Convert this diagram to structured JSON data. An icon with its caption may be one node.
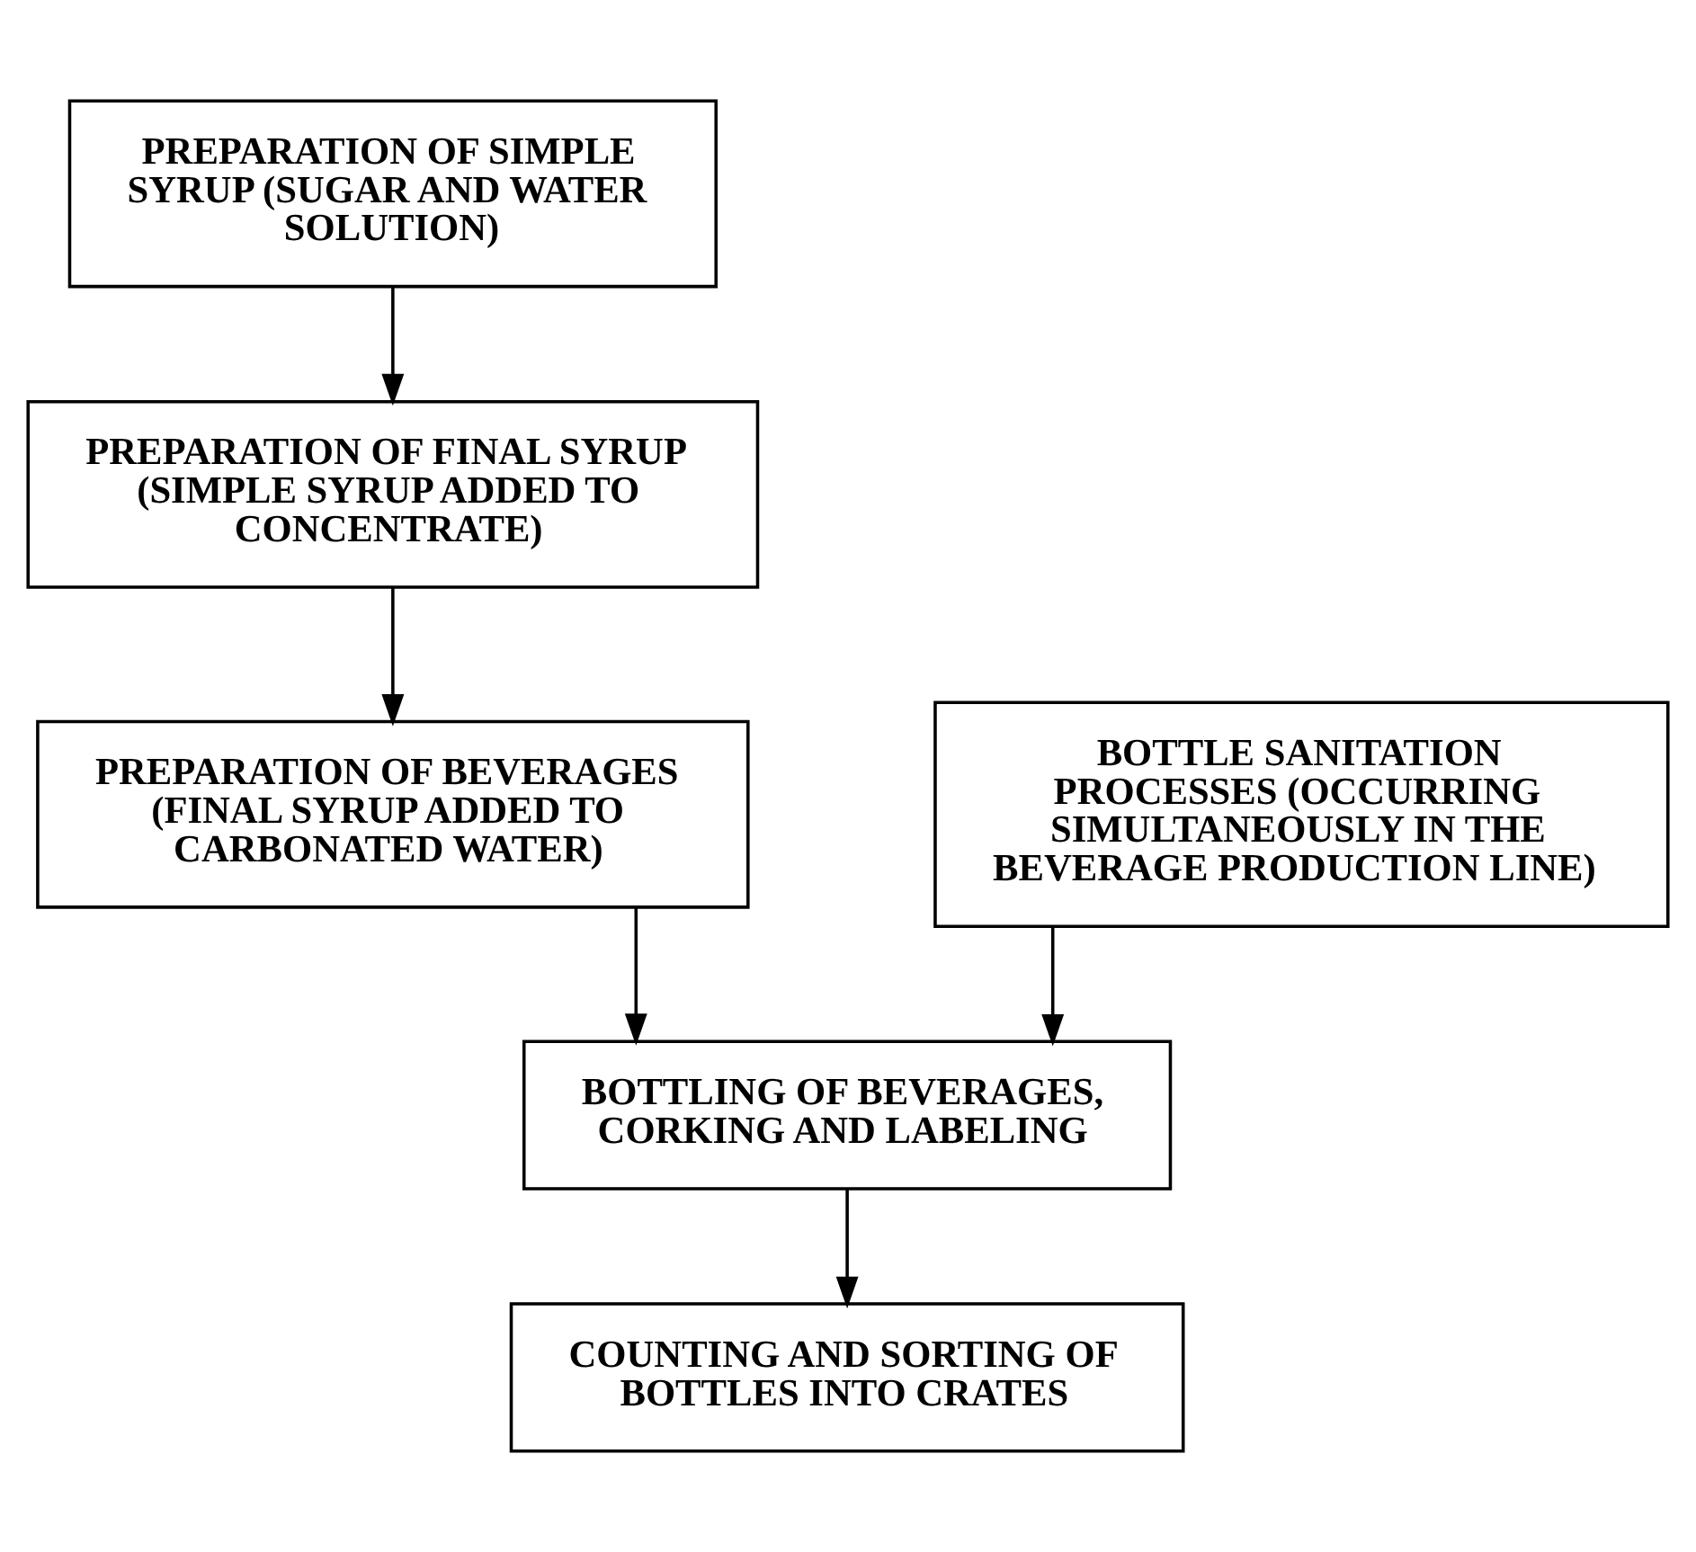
{
  "diagram": {
    "nodes": [
      {
        "text": [
          "PREPARATION OF SIMPLE SYRUP (SUGAR AND WATER SOLUTION)"
        ]
      },
      {
        "text": [
          "PREPARATION OF FINAL SYRUP (SIMPLE SYRUP ADDED TO CONCENTRATE)"
        ]
      },
      {
        "text": [
          "PREPARATION OF BEVERAGES (FINAL SYRUP ADDED TO CARBONATED WATER)"
        ]
      },
      {
        "text": [
          "BOTTLE SANITATION PROCESSES (OCCURRING SIMULTANEOUSLY IN THE BEVERAGE PRODUCTION LINE)"
        ]
      },
      {
        "text": [
          "BOTTLING OF BEVERAGES, CORKING AND LABELING"
        ]
      },
      {
        "text": [
          "COUNTING AND SORTING OF BOTTLES INTO CRATES"
        ]
      }
    ],
    "edges": [
      {
        "from": 0,
        "to": 1,
        "arrow": "to"
      },
      {
        "from": 1,
        "to": 2,
        "arrow": "to"
      },
      {
        "from": 2,
        "to": 4,
        "arrow": "to"
      },
      {
        "from": 3,
        "to": 4,
        "arrow": "to"
      },
      {
        "from": 4,
        "to": 5,
        "arrow": "to"
      }
    ]
  }
}
